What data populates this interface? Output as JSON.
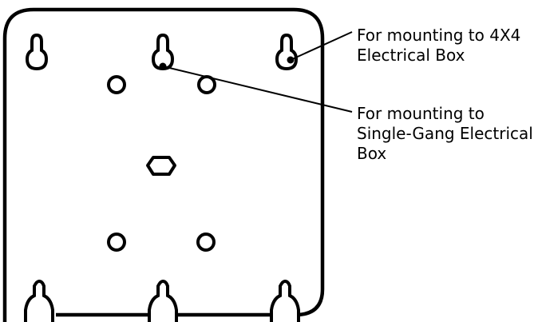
{
  "callouts": {
    "box_4x4": {
      "lines": [
        "For mounting to 4X4",
        "Electrical Box"
      ]
    },
    "single_gang": {
      "lines": [
        "For mounting to",
        "Single-Gang Electrical",
        "Box"
      ]
    }
  },
  "colors": {
    "stroke": "#000000",
    "background": "#ffffff"
  }
}
